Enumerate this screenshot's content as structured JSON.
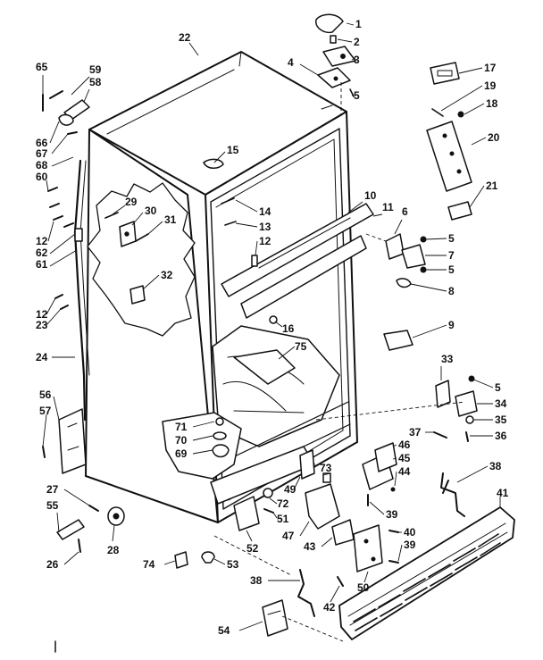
{
  "diagram": {
    "ink_color": "#111111",
    "paper_color": "#ffffff",
    "callouts": [
      {
        "id": "c1",
        "label": "1"
      },
      {
        "id": "c2",
        "label": "2"
      },
      {
        "id": "c3",
        "label": "3"
      },
      {
        "id": "c4",
        "label": "4"
      },
      {
        "id": "c5a",
        "label": "5"
      },
      {
        "id": "c5b",
        "label": "5"
      },
      {
        "id": "c5c",
        "label": "5"
      },
      {
        "id": "c5d",
        "label": "5"
      },
      {
        "id": "c6",
        "label": "6"
      },
      {
        "id": "c7",
        "label": "7"
      },
      {
        "id": "c8",
        "label": "8"
      },
      {
        "id": "c9",
        "label": "9"
      },
      {
        "id": "c10",
        "label": "10"
      },
      {
        "id": "c11",
        "label": "11"
      },
      {
        "id": "c12a",
        "label": "12"
      },
      {
        "id": "c12b",
        "label": "12"
      },
      {
        "id": "c12c",
        "label": "12"
      },
      {
        "id": "c13",
        "label": "13"
      },
      {
        "id": "c14",
        "label": "14"
      },
      {
        "id": "c15",
        "label": "15"
      },
      {
        "id": "c16",
        "label": "16"
      },
      {
        "id": "c17",
        "label": "17"
      },
      {
        "id": "c18",
        "label": "18"
      },
      {
        "id": "c19",
        "label": "19"
      },
      {
        "id": "c20",
        "label": "20"
      },
      {
        "id": "c21",
        "label": "21"
      },
      {
        "id": "c22",
        "label": "22"
      },
      {
        "id": "c23",
        "label": "23"
      },
      {
        "id": "c24",
        "label": "24"
      },
      {
        "id": "c26",
        "label": "26"
      },
      {
        "id": "c27",
        "label": "27"
      },
      {
        "id": "c28",
        "label": "28"
      },
      {
        "id": "c29",
        "label": "29"
      },
      {
        "id": "c30",
        "label": "30"
      },
      {
        "id": "c31",
        "label": "31"
      },
      {
        "id": "c32",
        "label": "32"
      },
      {
        "id": "c33",
        "label": "33"
      },
      {
        "id": "c34",
        "label": "34"
      },
      {
        "id": "c35",
        "label": "35"
      },
      {
        "id": "c36",
        "label": "36"
      },
      {
        "id": "c37",
        "label": "37"
      },
      {
        "id": "c38a",
        "label": "38"
      },
      {
        "id": "c38b",
        "label": "38"
      },
      {
        "id": "c39a",
        "label": "39"
      },
      {
        "id": "c39b",
        "label": "39"
      },
      {
        "id": "c40",
        "label": "40"
      },
      {
        "id": "c41",
        "label": "41"
      },
      {
        "id": "c42",
        "label": "42"
      },
      {
        "id": "c43",
        "label": "43"
      },
      {
        "id": "c44",
        "label": "44"
      },
      {
        "id": "c45",
        "label": "45"
      },
      {
        "id": "c46",
        "label": "46"
      },
      {
        "id": "c47",
        "label": "47"
      },
      {
        "id": "c49",
        "label": "49"
      },
      {
        "id": "c50",
        "label": "50"
      },
      {
        "id": "c51",
        "label": "51"
      },
      {
        "id": "c52",
        "label": "52"
      },
      {
        "id": "c53",
        "label": "53"
      },
      {
        "id": "c54",
        "label": "54"
      },
      {
        "id": "c55",
        "label": "55"
      },
      {
        "id": "c56",
        "label": "56"
      },
      {
        "id": "c57",
        "label": "57"
      },
      {
        "id": "c58",
        "label": "58"
      },
      {
        "id": "c59",
        "label": "59"
      },
      {
        "id": "c60",
        "label": "60"
      },
      {
        "id": "c61",
        "label": "61"
      },
      {
        "id": "c62",
        "label": "62"
      },
      {
        "id": "c65",
        "label": "65"
      },
      {
        "id": "c66",
        "label": "66"
      },
      {
        "id": "c67",
        "label": "67"
      },
      {
        "id": "c68",
        "label": "68"
      },
      {
        "id": "c69",
        "label": "69"
      },
      {
        "id": "c70",
        "label": "70"
      },
      {
        "id": "c71",
        "label": "71"
      },
      {
        "id": "c72",
        "label": "72"
      },
      {
        "id": "c73",
        "label": "73"
      },
      {
        "id": "c74",
        "label": "74"
      },
      {
        "id": "c75",
        "label": "75"
      }
    ]
  }
}
